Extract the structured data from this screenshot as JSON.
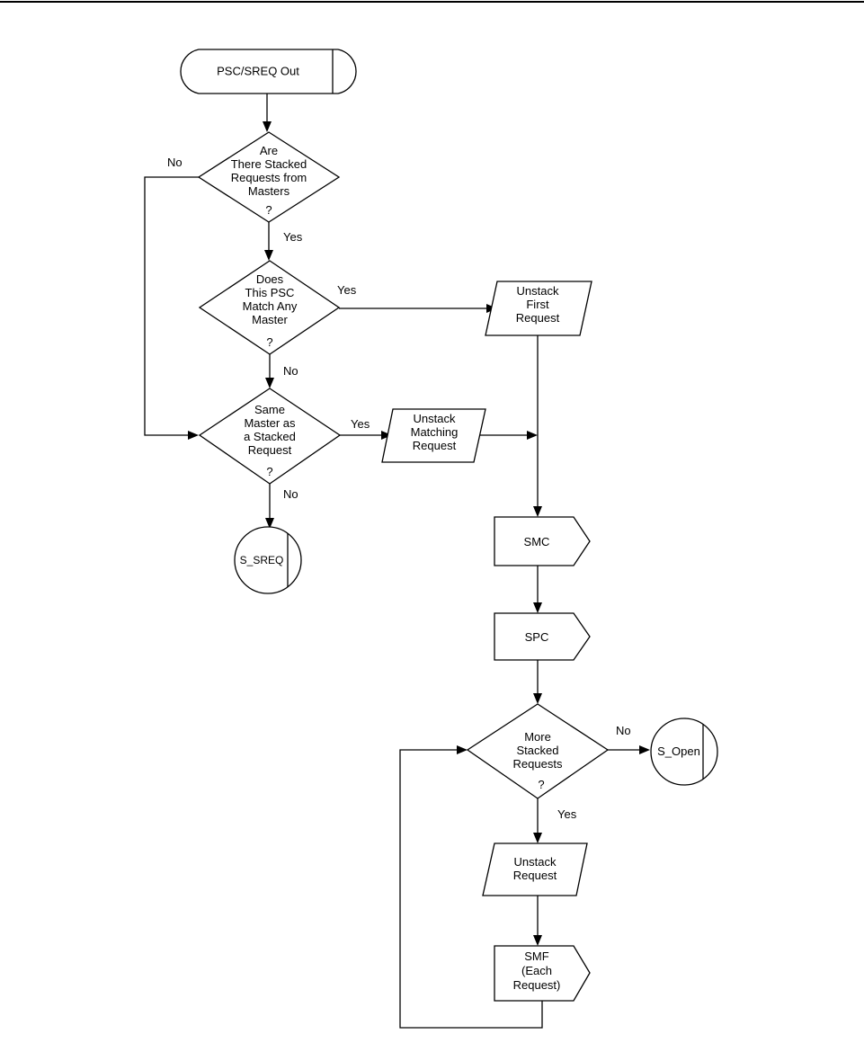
{
  "flowchart": {
    "start": "PSC/SREQ Out",
    "decision_stacked": [
      "Are",
      "There Stacked",
      "Requests from",
      "Masters",
      "?"
    ],
    "decision_match": [
      "Does",
      "This PSC",
      "Match Any",
      "Master",
      "?"
    ],
    "decision_same_master": [
      "Same",
      "Master as",
      "a Stacked",
      "Request",
      "?"
    ],
    "decision_more": [
      "More",
      "Stacked",
      "Requests",
      "?"
    ],
    "unstack_first": [
      "Unstack",
      "First",
      "Request"
    ],
    "unstack_matching": [
      "Unstack",
      "Matching",
      "Request"
    ],
    "unstack_request": [
      "Unstack",
      "Request"
    ],
    "send_smc": "SMC",
    "send_spc": "SPC",
    "send_smf": [
      "SMF",
      "(Each",
      "Request)"
    ],
    "state_sreq": "S_SREQ",
    "state_open": "S_Open",
    "labels": {
      "yes": "Yes",
      "no": "No"
    }
  }
}
